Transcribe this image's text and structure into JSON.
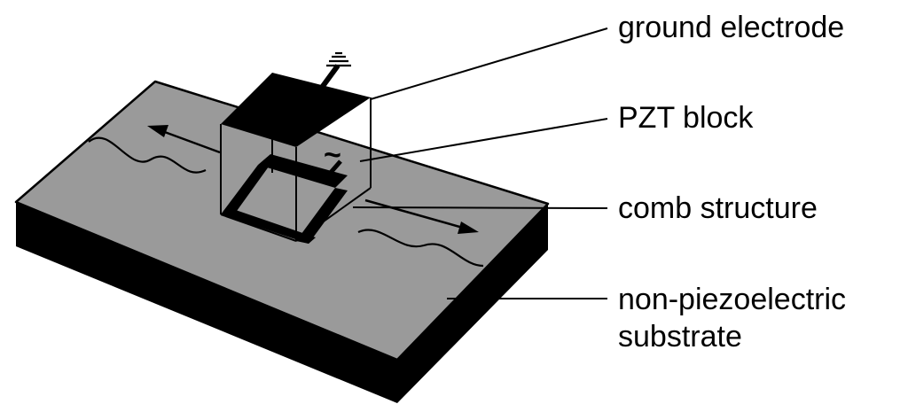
{
  "labels": {
    "ground_electrode": "ground electrode",
    "pzt_block": "PZT block",
    "comb_structure": "comb structure",
    "substrate_line1": "non-piezoelectric",
    "substrate_line2": "substrate"
  },
  "symbols": {
    "ac_source": "~"
  },
  "icons": {
    "ground": "ground-symbol-icon",
    "arrow_left": "arrow-left-icon",
    "arrow_right": "arrow-right-icon"
  },
  "colors": {
    "substrate_top": "#9a9a9a",
    "substrate_sides": "#000000",
    "block_fill": "#000000",
    "line": "#000000",
    "background": "#ffffff"
  }
}
